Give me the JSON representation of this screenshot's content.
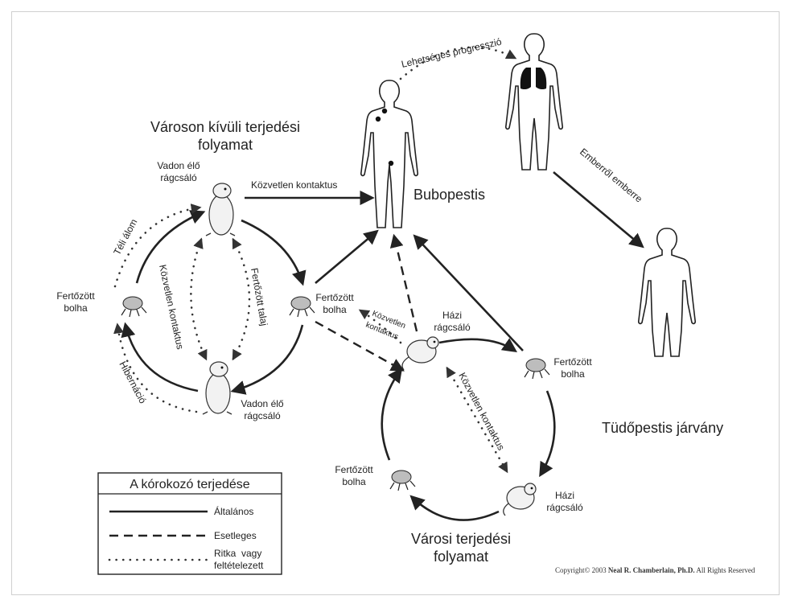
{
  "title_sylvatic": [
    "Városon kívüli terjedési",
    "folyamat"
  ],
  "title_urban": [
    "Városi terjedési",
    "folyamat"
  ],
  "bubonic": "Bubopestis",
  "pneumonic": "Tüdőpestis járvány",
  "possible_progression": "Lehetséges progresszió",
  "person_to_person": "Emberről emberre",
  "direct_contact": "Közvetlen kontaktus",
  "direct_contact_split": [
    "Közvetlen",
    "kontaktus"
  ],
  "hibernation_winter": "Téli álom",
  "hibernation": "Hibernáció",
  "infected_soil": "Fertőzött talaj",
  "wild_rodent": [
    "Vadon élő",
    "rágcsáló"
  ],
  "house_rodent": [
    "Házi",
    "rágcsáló"
  ],
  "infected_flea": [
    "Fertőzött",
    "bolha"
  ],
  "legend": {
    "title": "A kórokozó terjedése",
    "general": "Általános",
    "occasional": "Esetleges",
    "rare": [
      "Ritka  vagy",
      "feltételezett"
    ]
  },
  "copyright_prefix": "Copyright© 2003 ",
  "copyright_author": "Neal R. Chamberlain, Ph.D.",
  "copyright_suffix": " All Rights Reserved"
}
